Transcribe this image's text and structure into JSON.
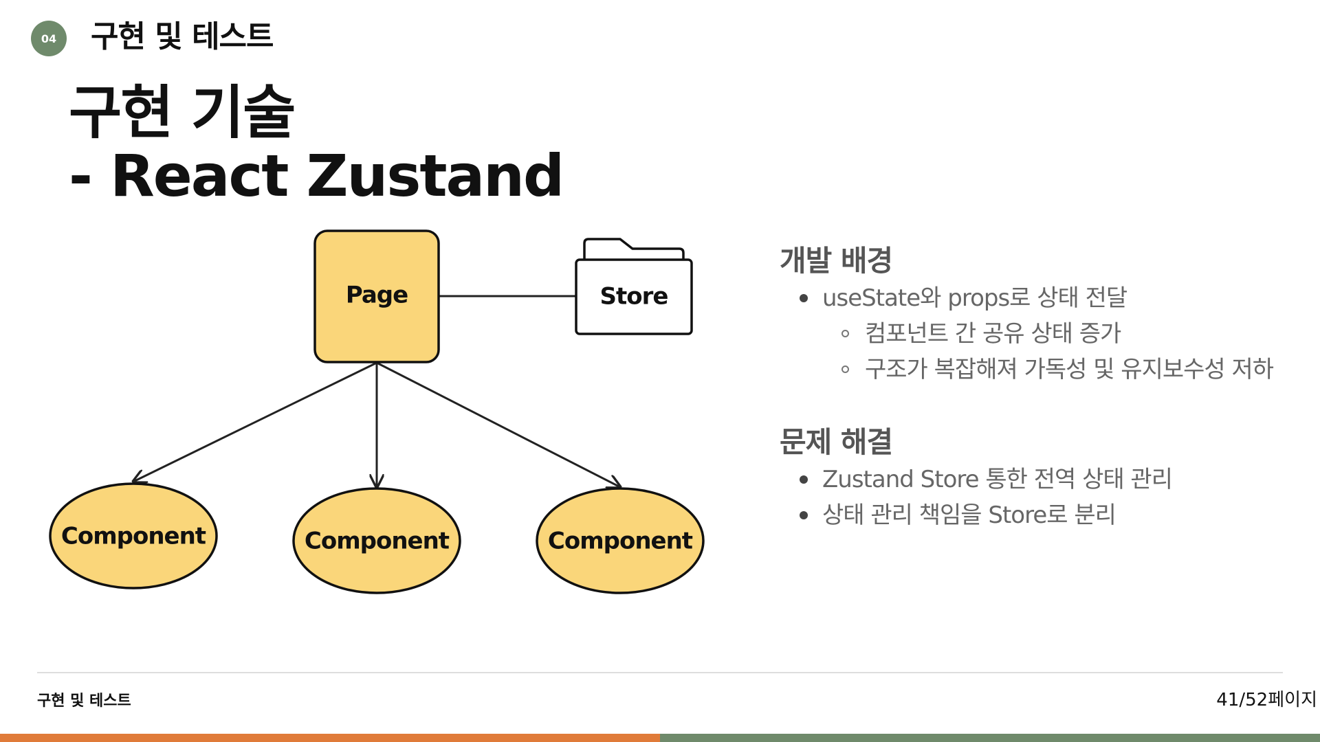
{
  "header": {
    "section_number": "04",
    "section_title": "구현 및 테스트"
  },
  "title": {
    "line1": "구현 기술",
    "line2": "- React Zustand"
  },
  "diagram": {
    "page_label": "Page",
    "store_label": "Store",
    "components": [
      "Component",
      "Component",
      "Component"
    ],
    "page_color": "#fad67a",
    "component_color": "#fad67a"
  },
  "background": {
    "heading": "개발 배경",
    "bullet": "useState와 props로 상태 전달",
    "sub_bullets": [
      "컴포넌트 간 공유 상태 증가",
      "구조가 복잡해져 가독성 및 유지보수성 저하"
    ]
  },
  "solution": {
    "heading": "문제 해결",
    "bullets": [
      "Zustand Store 통한 전역 상태 관리",
      "상태 관리 책임을 Store로 분리"
    ]
  },
  "footer": {
    "left_text": "구현 및 테스트",
    "page_indicator": "41/52페이지"
  },
  "colors": {
    "accent_green": "#6f8a6b",
    "accent_orange": "#e07b39"
  }
}
